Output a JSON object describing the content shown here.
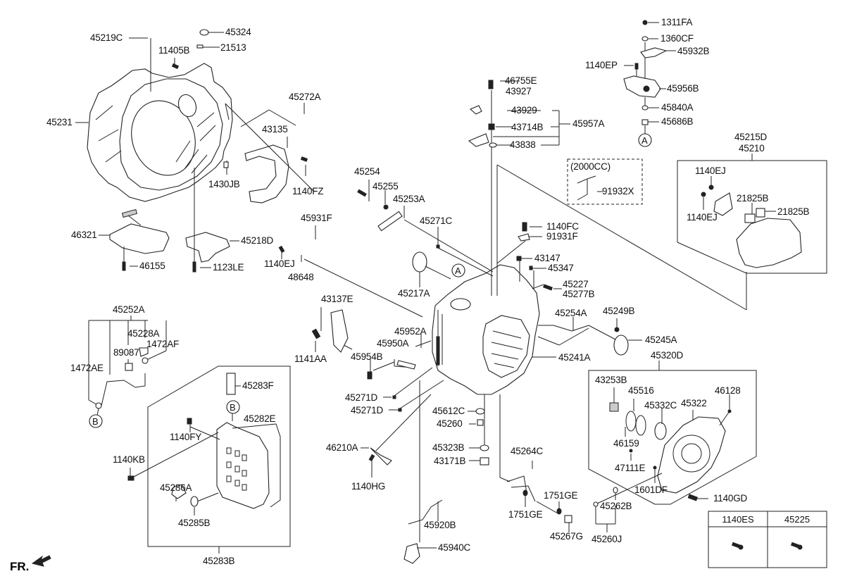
{
  "diagram": {
    "title": "Transmission case exploded parts diagram",
    "front_indicator": "FR.",
    "variant_box_label": "(2000CC)",
    "callouts": [
      "A",
      "A",
      "B",
      "B"
    ],
    "labels": [
      {
        "id": "45219C",
        "text": "45219C"
      },
      {
        "id": "45324",
        "text": "45324"
      },
      {
        "id": "11405B",
        "text": "11405B"
      },
      {
        "id": "21513",
        "text": "21513"
      },
      {
        "id": "45231",
        "text": "45231"
      },
      {
        "id": "45272A",
        "text": "45272A"
      },
      {
        "id": "43135",
        "text": "43135"
      },
      {
        "id": "1430JB",
        "text": "1430JB"
      },
      {
        "id": "1140FZ",
        "text": "1140FZ"
      },
      {
        "id": "46321",
        "text": "46321"
      },
      {
        "id": "46155",
        "text": "46155"
      },
      {
        "id": "45218D",
        "text": "45218D"
      },
      {
        "id": "1123LE",
        "text": "1123LE"
      },
      {
        "id": "45931F",
        "text": "45931F"
      },
      {
        "id": "1140EJ_a",
        "text": "1140EJ"
      },
      {
        "id": "48648",
        "text": "48648"
      },
      {
        "id": "45254",
        "text": "45254"
      },
      {
        "id": "45255",
        "text": "45255"
      },
      {
        "id": "45253A",
        "text": "45253A"
      },
      {
        "id": "45271C",
        "text": "45271C"
      },
      {
        "id": "45217A",
        "text": "45217A"
      },
      {
        "id": "46755E",
        "text": "46755E"
      },
      {
        "id": "43927",
        "text": "43927"
      },
      {
        "id": "43929",
        "text": "43929"
      },
      {
        "id": "43714B",
        "text": "43714B"
      },
      {
        "id": "43838",
        "text": "43838"
      },
      {
        "id": "45957A",
        "text": "45957A"
      },
      {
        "id": "91932X",
        "text": "91932X"
      },
      {
        "id": "1311FA",
        "text": "1311FA"
      },
      {
        "id": "1360CF",
        "text": "1360CF"
      },
      {
        "id": "45932B",
        "text": "45932B"
      },
      {
        "id": "1140EP",
        "text": "1140EP"
      },
      {
        "id": "45956B",
        "text": "45956B"
      },
      {
        "id": "45840A",
        "text": "45840A"
      },
      {
        "id": "45686B",
        "text": "45686B"
      },
      {
        "id": "45215D",
        "text": "45215D"
      },
      {
        "id": "45210",
        "text": "45210"
      },
      {
        "id": "1140EJ_b",
        "text": "1140EJ"
      },
      {
        "id": "1140EJ_c",
        "text": "1140EJ"
      },
      {
        "id": "21825B_a",
        "text": "21825B"
      },
      {
        "id": "21825B_b",
        "text": "21825B"
      },
      {
        "id": "1140FC",
        "text": "1140FC"
      },
      {
        "id": "91931F",
        "text": "91931F"
      },
      {
        "id": "43147",
        "text": "43147"
      },
      {
        "id": "45347",
        "text": "45347"
      },
      {
        "id": "45227",
        "text": "45227"
      },
      {
        "id": "45277B",
        "text": "45277B"
      },
      {
        "id": "45254A",
        "text": "45254A"
      },
      {
        "id": "45249B",
        "text": "45249B"
      },
      {
        "id": "45245A",
        "text": "45245A"
      },
      {
        "id": "45241A",
        "text": "45241A"
      },
      {
        "id": "45320D",
        "text": "45320D"
      },
      {
        "id": "43137E",
        "text": "43137E"
      },
      {
        "id": "1141AA",
        "text": "1141AA"
      },
      {
        "id": "45952A",
        "text": "45952A"
      },
      {
        "id": "45950A",
        "text": "45950A"
      },
      {
        "id": "45954B",
        "text": "45954B"
      },
      {
        "id": "45271D_a",
        "text": "45271D"
      },
      {
        "id": "45271D_b",
        "text": "45271D"
      },
      {
        "id": "45612C",
        "text": "45612C"
      },
      {
        "id": "45260",
        "text": "45260"
      },
      {
        "id": "46210A",
        "text": "46210A"
      },
      {
        "id": "1140HG",
        "text": "1140HG"
      },
      {
        "id": "45323B",
        "text": "45323B"
      },
      {
        "id": "43171B",
        "text": "43171B"
      },
      {
        "id": "45920B",
        "text": "45920B"
      },
      {
        "id": "45940C",
        "text": "45940C"
      },
      {
        "id": "45264C",
        "text": "45264C"
      },
      {
        "id": "1751GE_a",
        "text": "1751GE"
      },
      {
        "id": "1751GE_b",
        "text": "1751GE"
      },
      {
        "id": "45267G",
        "text": "45267G"
      },
      {
        "id": "45262B",
        "text": "45262B"
      },
      {
        "id": "45260J",
        "text": "45260J"
      },
      {
        "id": "43253B",
        "text": "43253B"
      },
      {
        "id": "45516",
        "text": "45516"
      },
      {
        "id": "45332C",
        "text": "45332C"
      },
      {
        "id": "45322",
        "text": "45322"
      },
      {
        "id": "46128",
        "text": "46128"
      },
      {
        "id": "46159",
        "text": "46159"
      },
      {
        "id": "47111E",
        "text": "47111E"
      },
      {
        "id": "1601DF",
        "text": "1601DF"
      },
      {
        "id": "1140GD",
        "text": "1140GD"
      },
      {
        "id": "45252A",
        "text": "45252A"
      },
      {
        "id": "45228A",
        "text": "45228A"
      },
      {
        "id": "89087",
        "text": "89087"
      },
      {
        "id": "1472AF",
        "text": "1472AF"
      },
      {
        "id": "1472AE",
        "text": "1472AE"
      },
      {
        "id": "45283F",
        "text": "45283F"
      },
      {
        "id": "45282E",
        "text": "45282E"
      },
      {
        "id": "1140FY",
        "text": "1140FY"
      },
      {
        "id": "1140KB",
        "text": "1140KB"
      },
      {
        "id": "45286A",
        "text": "45286A"
      },
      {
        "id": "45285B",
        "text": "45285B"
      },
      {
        "id": "45283B",
        "text": "45283B"
      }
    ]
  },
  "legend_table": {
    "columns": [
      {
        "part": "1140ES",
        "icon": "bolt-icon"
      },
      {
        "part": "45225",
        "icon": "bolt-icon"
      }
    ]
  }
}
